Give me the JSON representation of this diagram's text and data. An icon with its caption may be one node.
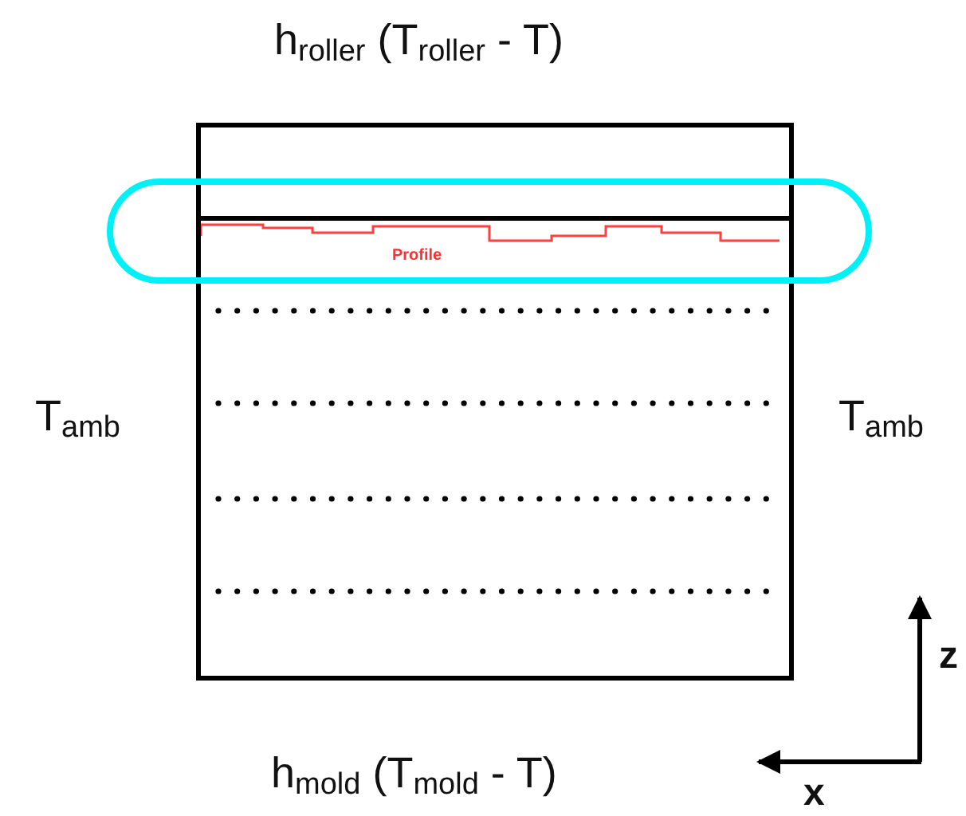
{
  "diagram": {
    "nodes": [
      {
        "text": [],
        "shape": "box"
      },
      {
        "text": [
          "Profile"
        ]
      }
    ],
    "labels": [
      "h$_{roller}$ (T$_{roller}$ - T)",
      "T$_{amb}$",
      "T$_{amb}$",
      "h$_{mold}$ (T$_{mold}$ - T)",
      "z",
      "x"
    ]
  }
}
